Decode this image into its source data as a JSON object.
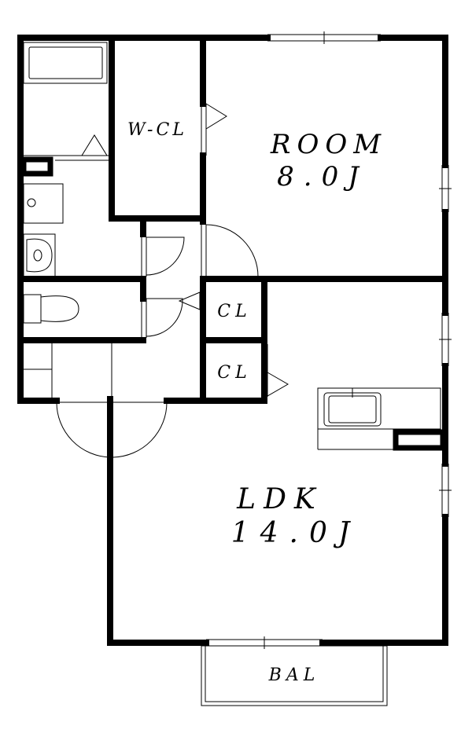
{
  "rooms": {
    "wcl": "W-CL",
    "room_name": "ROOM",
    "room_size": "8.0J",
    "cl_upper": "CL",
    "cl_lower": "CL",
    "ldk_name": "LDK",
    "ldk_size": "14.0J",
    "balcony": "BAL"
  },
  "colors": {
    "wall": "#000000",
    "background": "#ffffff"
  }
}
